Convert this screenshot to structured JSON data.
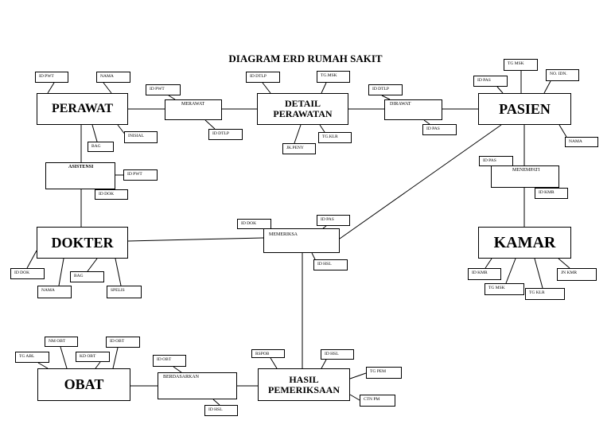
{
  "title": "DIAGRAM ERD RUMAH SAKIT",
  "colors": {
    "line": "#000000",
    "box_border": "#000000",
    "background": "#ffffff"
  },
  "entities": {
    "perawat": "PERAWAT",
    "detail_perawatan": "DETAIL PERAWATAN",
    "pasien": "PASIEN",
    "dokter": "DOKTER",
    "kamar": "KAMAR",
    "obat": "OBAT",
    "hasil_pemeriksaan": "HASIL PEMERIKSAAN"
  },
  "relationships": {
    "merawat": "MERAWAT",
    "dirawat": "DIRAWAT",
    "asistensi": "ASISTENSI",
    "menempati": "MENEMPATI",
    "memeriksa": "MEMERIKSA",
    "berdasarkan": "BERDASARKAN"
  },
  "attributes": {
    "perawat_id_pwt": "ID PWT",
    "perawat_nama": "NAMA",
    "perawat_bag": "BAG",
    "perawat_inisial": "INISIAL",
    "merawat_id_pwt": "ID PWT",
    "merawat_id_dtlp": "ID DTLP",
    "detail_id_dtlp": "ID DTLP",
    "detail_tg_msk": "TG.MSK",
    "detail_jk_peny": "JK.PENY",
    "detail_tg_klr": "TG.KLR",
    "dirawat_id_dtlp": "ID DTLP",
    "dirawat_id_pas": "ID PAS",
    "pasien_id_pas": "ID PAS",
    "pasien_tg_msk": "TG MSK",
    "pasien_no_idn": "NO. IDN.",
    "pasien_nama": "NAMA",
    "asistensi_id_pwt": "ID PWT",
    "asistensi_id_dok": "ID DOK",
    "menempati_id_pas": "ID PAS",
    "menempati_id_kmr": "ID KMR",
    "memeriksa_id_dok": "ID DOK",
    "memeriksa_id_pas": "ID PAS",
    "memeriksa_id_hsl": "ID HSL",
    "dokter_id_dok": "ID DOK",
    "dokter_nama": "NAMA",
    "dokter_bag": "BAG",
    "dokter_spelis": "SPELIS",
    "kamar_id_kmr": "ID KMR",
    "kamar_tg_msk": "TG MSK",
    "kamar_tg_klr": "TG KLR",
    "kamar_jn_kmr": "JN KMR",
    "obat_nm_obt": "NM OBT",
    "obat_id_obt": "ID OBT",
    "obat_tg_abl": "TG ABL",
    "obat_kd_obt": "KD OBT",
    "berdasarkan_id_obt": "ID OBT",
    "berdasarkan_id_hsl": "ID HSL",
    "hasil_rspob": "RSPOB",
    "hasil_id_hsl": "ID HSL",
    "hasil_tg_pem": "TG PEM",
    "hasil_ctn_pm": "CTN PM"
  }
}
